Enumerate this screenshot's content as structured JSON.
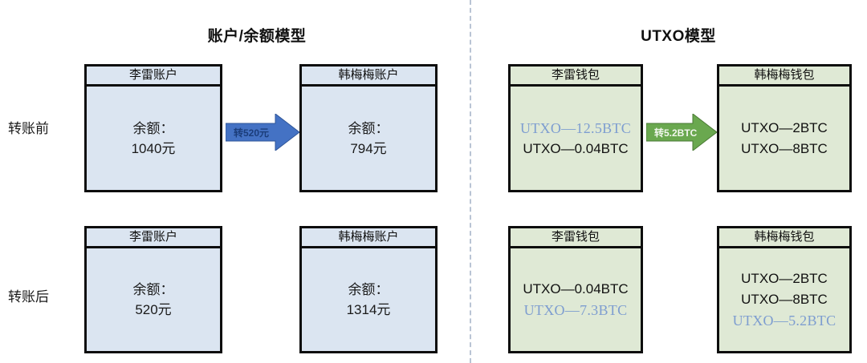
{
  "sections": {
    "account_model": {
      "title": "账户/余额模型"
    },
    "utxo_model": {
      "title": "UTXO模型"
    }
  },
  "row_labels": {
    "before": "转账前",
    "after": "转账后"
  },
  "colors": {
    "account_fill": "#dbe5f1",
    "utxo_fill": "#dfe9d5",
    "border": "#0d0d0d",
    "arrow_blue": "#4472c4",
    "arrow_blue_edge": "#2f5597",
    "arrow_green": "#6aa84f",
    "arrow_green_edge": "#4a7a34",
    "highlight_blue_text": "#7d9dd0",
    "divider": "#b9c4d4"
  },
  "account_model": {
    "before": {
      "lilei": {
        "header": "李雷账户",
        "label": "余额：",
        "amount": "1040元"
      },
      "hanmeimei": {
        "header": "韩梅梅账户",
        "label": "余额：",
        "amount": "794元"
      },
      "transfer_arrow": "转520元"
    },
    "after": {
      "lilei": {
        "header": "李雷账户",
        "label": "余额：",
        "amount": "520元"
      },
      "hanmeimei": {
        "header": "韩梅梅账户",
        "label": "余额：",
        "amount": "1314元"
      }
    }
  },
  "utxo_model": {
    "before": {
      "lilei": {
        "header": "李雷钱包",
        "entries": [
          {
            "text": "UTXO—12.5BTC",
            "style": "spent"
          },
          {
            "text": "UTXO—0.04BTC",
            "style": "normal"
          }
        ]
      },
      "hanmeimei": {
        "header": "韩梅梅钱包",
        "entries": [
          {
            "text": "UTXO—2BTC",
            "style": "normal"
          },
          {
            "text": "UTXO—8BTC",
            "style": "normal"
          }
        ]
      },
      "transfer_arrow": "转5.2BTC"
    },
    "after": {
      "lilei": {
        "header": "李雷钱包",
        "entries": [
          {
            "text": "UTXO—0.04BTC",
            "style": "normal"
          },
          {
            "text": "UTXO—7.3BTC",
            "style": "new"
          }
        ]
      },
      "hanmeimei": {
        "header": "韩梅梅钱包",
        "entries": [
          {
            "text": "UTXO—2BTC",
            "style": "normal"
          },
          {
            "text": "UTXO—8BTC",
            "style": "normal"
          },
          {
            "text": "UTXO—5.2BTC",
            "style": "new"
          }
        ]
      }
    }
  }
}
